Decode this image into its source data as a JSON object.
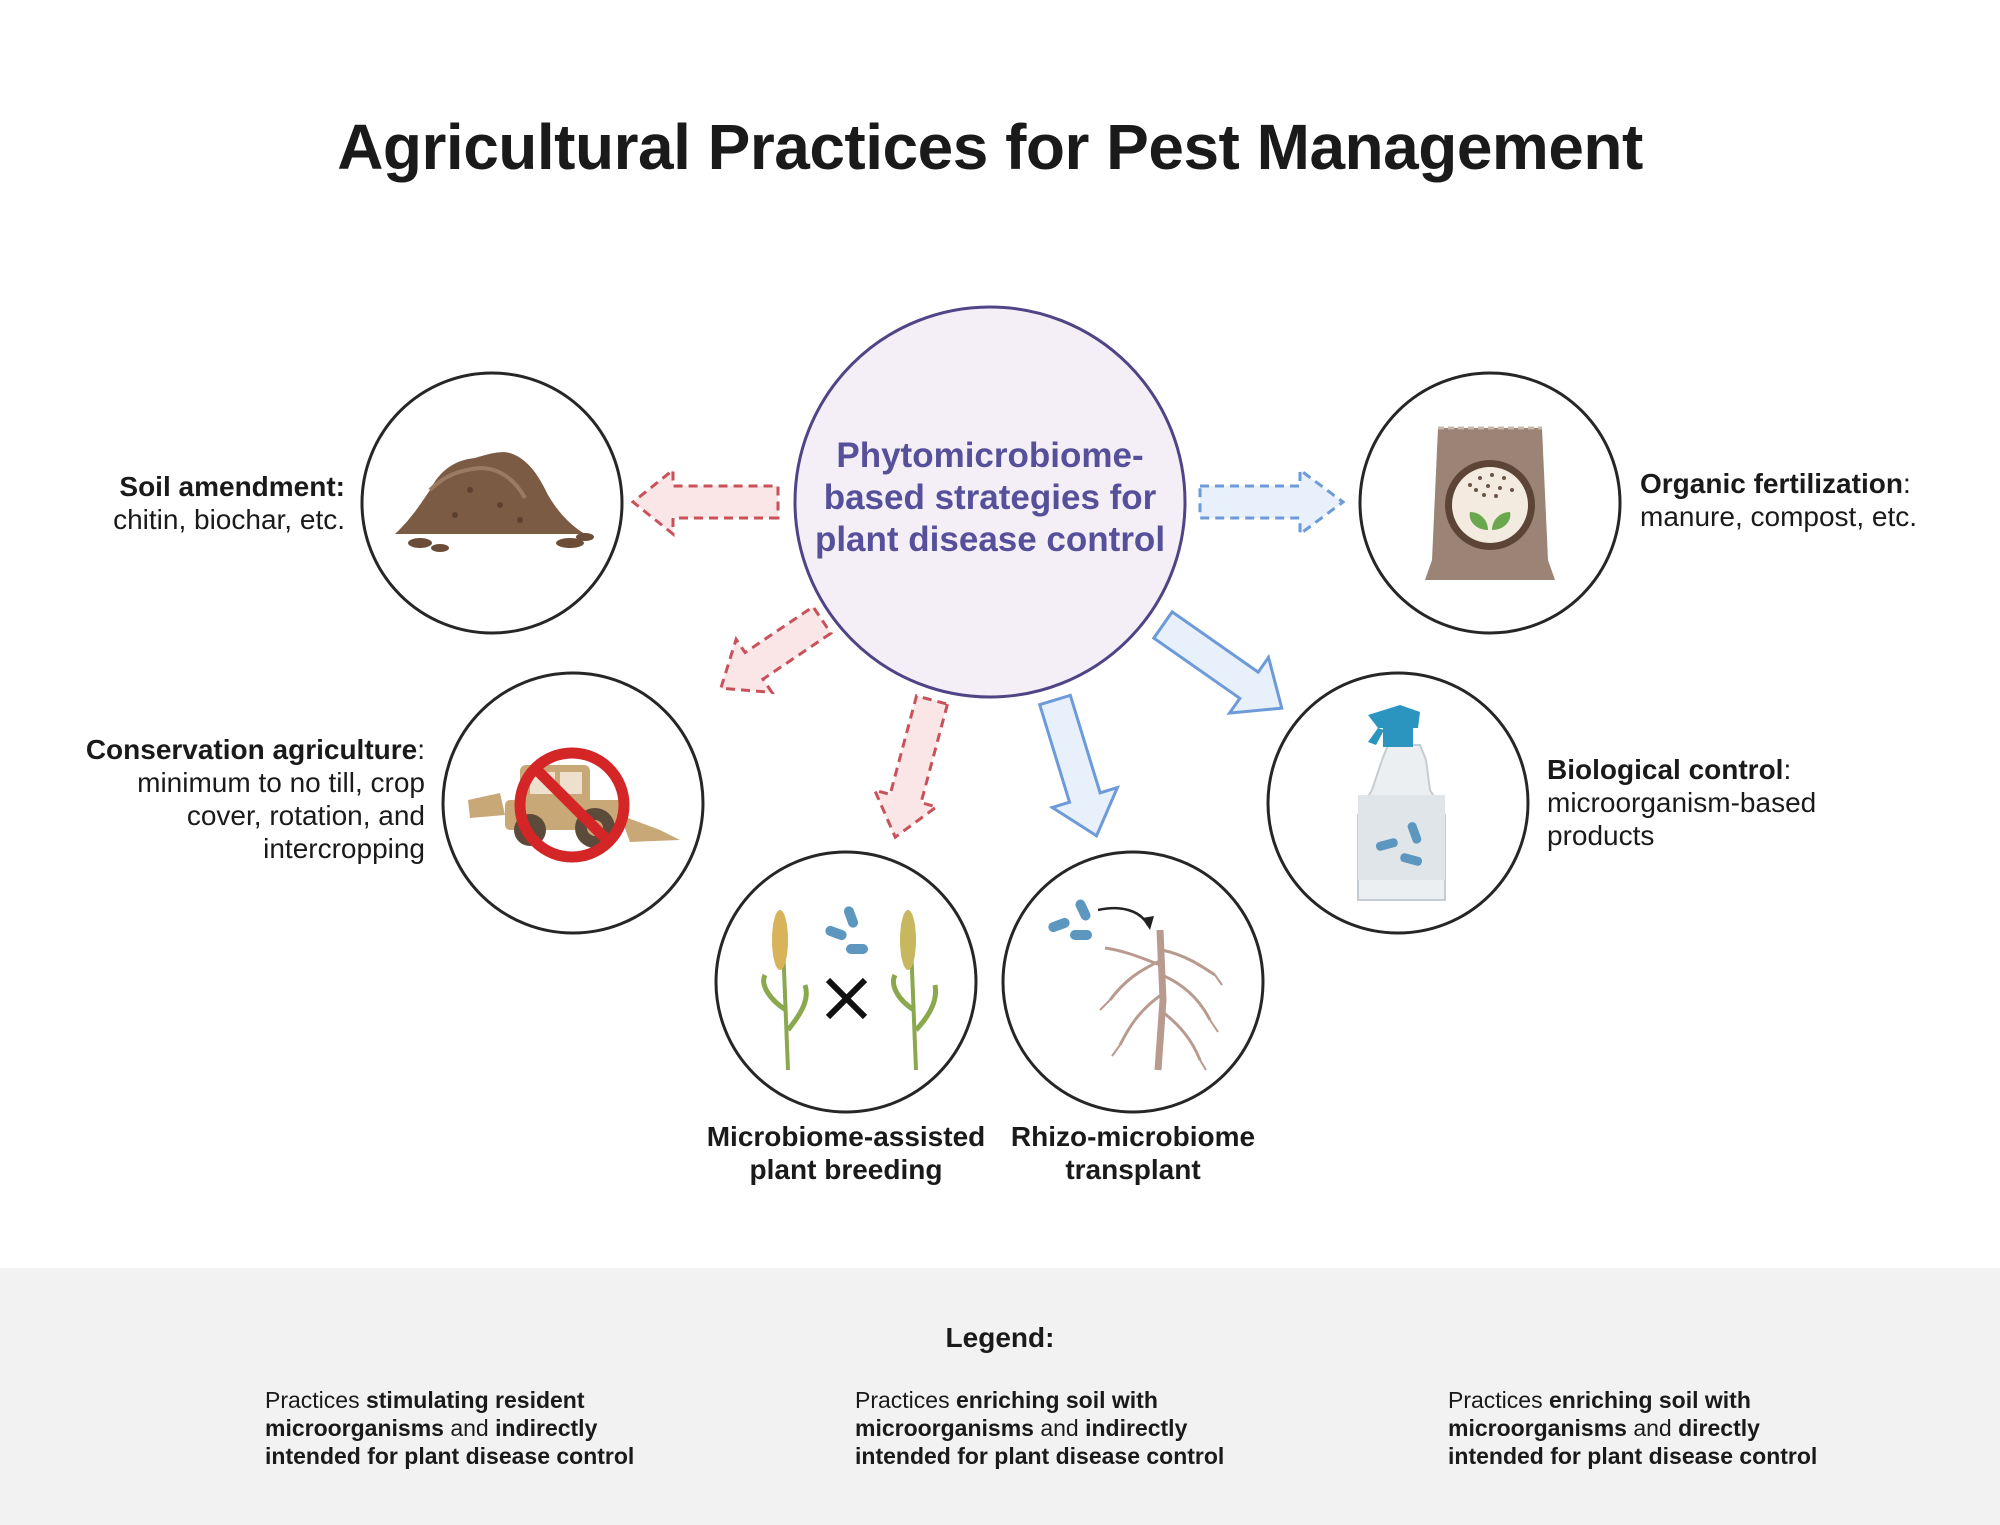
{
  "title": "Agricultural Practices for Pest Management",
  "center": {
    "line1": "Phytomicrobiome-",
    "line2": "based strategies for",
    "line3": "plant disease control"
  },
  "nodes": {
    "soil_amendment": {
      "bold": "Soil amendment:",
      "line1": "chitin, biochar, etc."
    },
    "conservation": {
      "bold": "Conservation agriculture",
      "suffix": ":",
      "line1": "minimum to no till, crop",
      "line2": "cover, rotation, and",
      "line3": "intercropping"
    },
    "breeding": {
      "line1": "Microbiome-assisted",
      "line2": "plant breeding"
    },
    "transplant": {
      "line1": "Rhizo-microbiome",
      "line2": "transplant"
    },
    "biocontrol": {
      "bold": "Biological control",
      "suffix": ":",
      "line1": "microorganism-based",
      "line2": "products"
    },
    "organic": {
      "bold": "Organic fertilization",
      "suffix": ":",
      "line1": "manure, compost, etc."
    }
  },
  "legend": {
    "title": "Legend:",
    "items": [
      {
        "pre": "Practices ",
        "b1": "stimulating resident",
        "b2": "microorganisms",
        "mid": " and ",
        "b3": "indirectly",
        "b4": "intended for plant disease control"
      },
      {
        "pre": "Practices ",
        "b1": "enriching soil with",
        "b2": "microorganisms",
        "mid": " and ",
        "b3": "indirectly",
        "b4": "intended for plant disease control"
      },
      {
        "pre": "Practices ",
        "b1": "enriching soil with",
        "b2": "microorganisms",
        "mid": " and ",
        "b3": "directly",
        "b4": "intended for plant disease control"
      }
    ]
  },
  "colors": {
    "red_arrow": "#c9525a",
    "red_fill": "#fbe6e7",
    "blue_arrow": "#6d9ad8",
    "blue_fill": "#e8f0fb",
    "center_stroke": "#4f4486",
    "center_fill": "#f4eef6",
    "center_text": "#56509a"
  },
  "icons": [
    "soil-pile-icon",
    "no-tractor-icon",
    "wheat-cross-icon",
    "root-transplant-icon",
    "spray-bottle-icon",
    "fertilizer-bag-icon"
  ]
}
